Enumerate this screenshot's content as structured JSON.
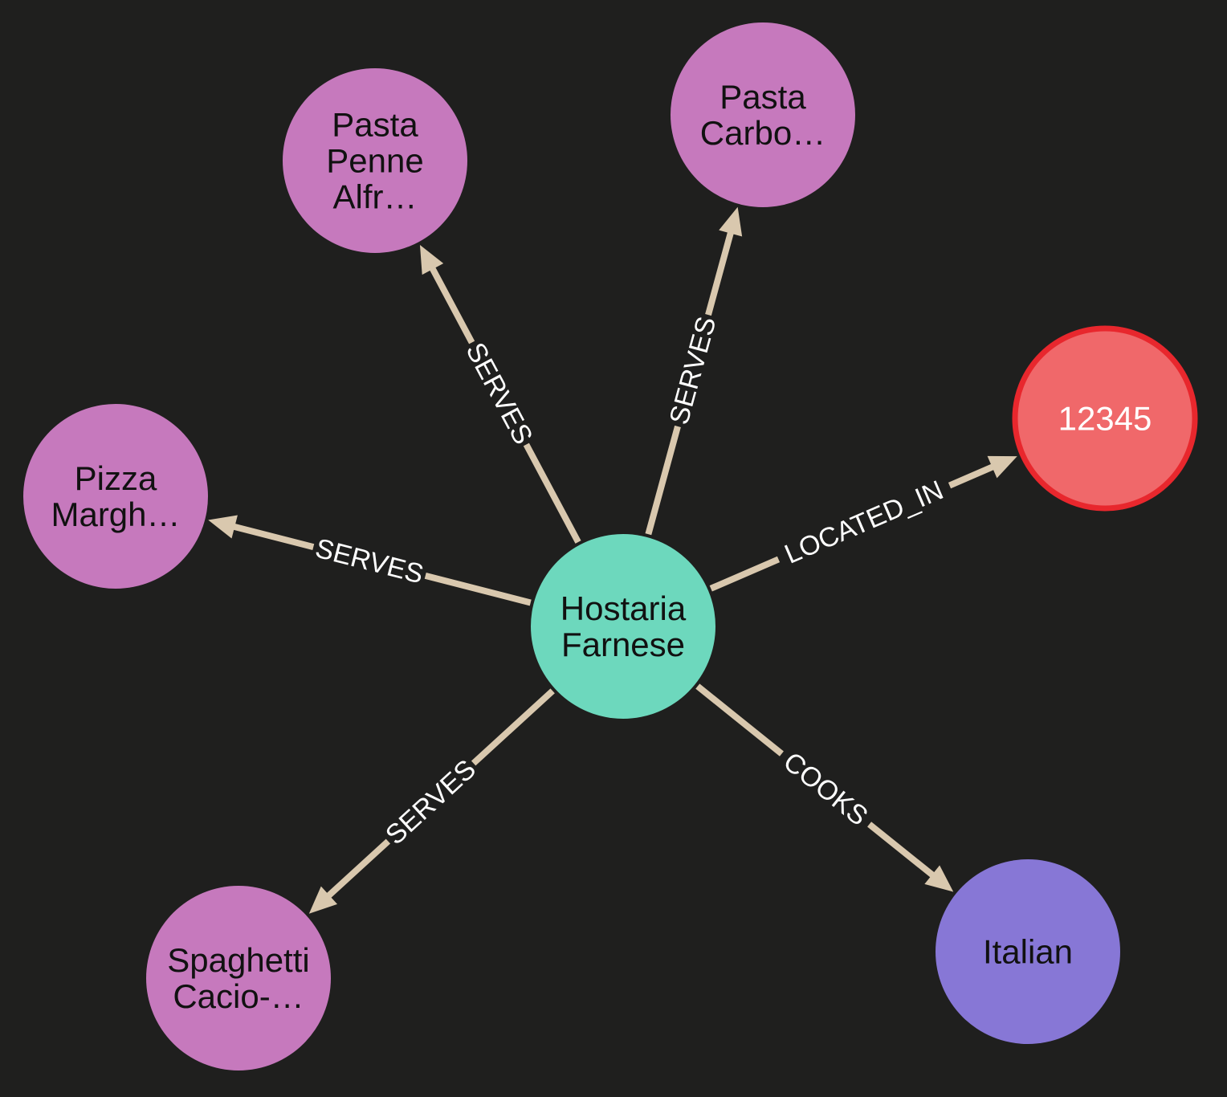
{
  "colors": {
    "background": "#1f1f1e",
    "relationship": "#d9c8ae",
    "restaurant": "#6dd8bd",
    "dish": "#c679bd",
    "cuisine": "#8777d6",
    "zipcode_fill": "#f0686a",
    "zipcode_stroke": "#e8272d"
  },
  "nodes": [
    {
      "id": "hostaria",
      "kind": "restaurant",
      "lines": [
        "Hostaria",
        "Farnese"
      ],
      "text_color": "#111111"
    },
    {
      "id": "penne",
      "kind": "dish",
      "lines": [
        "Pasta",
        "Penne",
        "Alfr…"
      ],
      "text_color": "#111111"
    },
    {
      "id": "carbonara",
      "kind": "dish",
      "lines": [
        "Pasta",
        "Carbo…"
      ],
      "text_color": "#111111"
    },
    {
      "id": "zip",
      "kind": "zipcode",
      "lines": [
        "12345"
      ],
      "text_color": "#ffffff"
    },
    {
      "id": "pizza",
      "kind": "dish",
      "lines": [
        "Pizza",
        "Margh…"
      ],
      "text_color": "#111111"
    },
    {
      "id": "spaghetti",
      "kind": "dish",
      "lines": [
        "Spaghetti",
        "Cacio-…"
      ],
      "text_color": "#111111"
    },
    {
      "id": "italian",
      "kind": "cuisine",
      "lines": [
        "Italian"
      ],
      "text_color": "#111111"
    }
  ],
  "relationships": [
    {
      "from": "hostaria",
      "to": "penne",
      "type": "SERVES"
    },
    {
      "from": "hostaria",
      "to": "carbonara",
      "type": "SERVES"
    },
    {
      "from": "hostaria",
      "to": "zip",
      "type": "LOCATED_IN"
    },
    {
      "from": "hostaria",
      "to": "pizza",
      "type": "SERVES"
    },
    {
      "from": "hostaria",
      "to": "spaghetti",
      "type": "SERVES"
    },
    {
      "from": "hostaria",
      "to": "italian",
      "type": "COOKS"
    }
  ]
}
